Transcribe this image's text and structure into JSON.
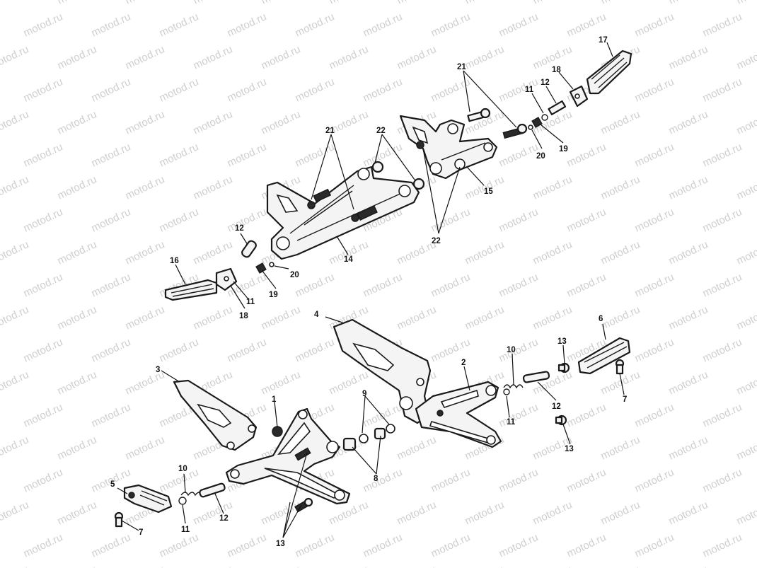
{
  "watermark": {
    "text": "motod.ru"
  },
  "callouts": [
    {
      "id": "c1",
      "text": "1"
    },
    {
      "id": "c2",
      "text": "2"
    },
    {
      "id": "c3",
      "text": "3"
    },
    {
      "id": "c4",
      "text": "4"
    },
    {
      "id": "c5",
      "text": "5"
    },
    {
      "id": "c6",
      "text": "6"
    },
    {
      "id": "c7a",
      "text": "7"
    },
    {
      "id": "c7b",
      "text": "7"
    },
    {
      "id": "c8",
      "text": "8"
    },
    {
      "id": "c9",
      "text": "9"
    },
    {
      "id": "c10a",
      "text": "10"
    },
    {
      "id": "c10b",
      "text": "10"
    },
    {
      "id": "c11a",
      "text": "11"
    },
    {
      "id": "c11b",
      "text": "11"
    },
    {
      "id": "c11c",
      "text": "11"
    },
    {
      "id": "c11d",
      "text": "11"
    },
    {
      "id": "c12a",
      "text": "12"
    },
    {
      "id": "c12b",
      "text": "12"
    },
    {
      "id": "c12c",
      "text": "12"
    },
    {
      "id": "c12d",
      "text": "12"
    },
    {
      "id": "c13a",
      "text": "13"
    },
    {
      "id": "c13b",
      "text": "13"
    },
    {
      "id": "c13c",
      "text": "13"
    },
    {
      "id": "c14",
      "text": "14"
    },
    {
      "id": "c15",
      "text": "15"
    },
    {
      "id": "c16",
      "text": "16"
    },
    {
      "id": "c17",
      "text": "17"
    },
    {
      "id": "c18a",
      "text": "18"
    },
    {
      "id": "c18b",
      "text": "18"
    },
    {
      "id": "c19a",
      "text": "19"
    },
    {
      "id": "c19b",
      "text": "19"
    },
    {
      "id": "c20a",
      "text": "20"
    },
    {
      "id": "c20b",
      "text": "20"
    },
    {
      "id": "c21a",
      "text": "21"
    },
    {
      "id": "c21b",
      "text": "21"
    },
    {
      "id": "c22a",
      "text": "22"
    },
    {
      "id": "c22b",
      "text": "22"
    }
  ]
}
